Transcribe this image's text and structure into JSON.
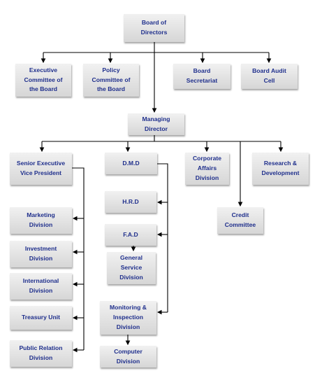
{
  "nodes": [
    {
      "id": "board",
      "label": "Board of\nDirectors"
    },
    {
      "id": "exec_committee",
      "label": "Executive\nCommittee of\nthe Board"
    },
    {
      "id": "policy_committee",
      "label": "Policy\nCommittee of\nthe Board"
    },
    {
      "id": "board_secretariat",
      "label": "Board\nSecretariat"
    },
    {
      "id": "board_audit",
      "label": "Board Audit\nCell"
    },
    {
      "id": "md",
      "label": "Managing\nDirector"
    },
    {
      "id": "sevp",
      "label": "Senior Executive\nVice President"
    },
    {
      "id": "dmd",
      "label": "D.M.D"
    },
    {
      "id": "corporate_affairs",
      "label": "Corporate\nAffairs\nDivision"
    },
    {
      "id": "research",
      "label": "Research &\nDevelopment"
    },
    {
      "id": "credit",
      "label": "Credit\nCommittee"
    },
    {
      "id": "hrd",
      "label": "H.R.D"
    },
    {
      "id": "fad",
      "label": "F.A.D"
    },
    {
      "id": "general_service",
      "label": "General\nService\nDivision"
    },
    {
      "id": "monitoring",
      "label": "Monitoring &\nInspection\nDivision"
    },
    {
      "id": "computer",
      "label": "Computer\nDivision"
    },
    {
      "id": "marketing",
      "label": "Marketing\nDivision"
    },
    {
      "id": "investment",
      "label": "Investment\nDivision"
    },
    {
      "id": "international",
      "label": "International\nDivision"
    },
    {
      "id": "treasury",
      "label": "Treasury Unit"
    },
    {
      "id": "public_relation",
      "label": "Public Relation\nDivision"
    }
  ]
}
